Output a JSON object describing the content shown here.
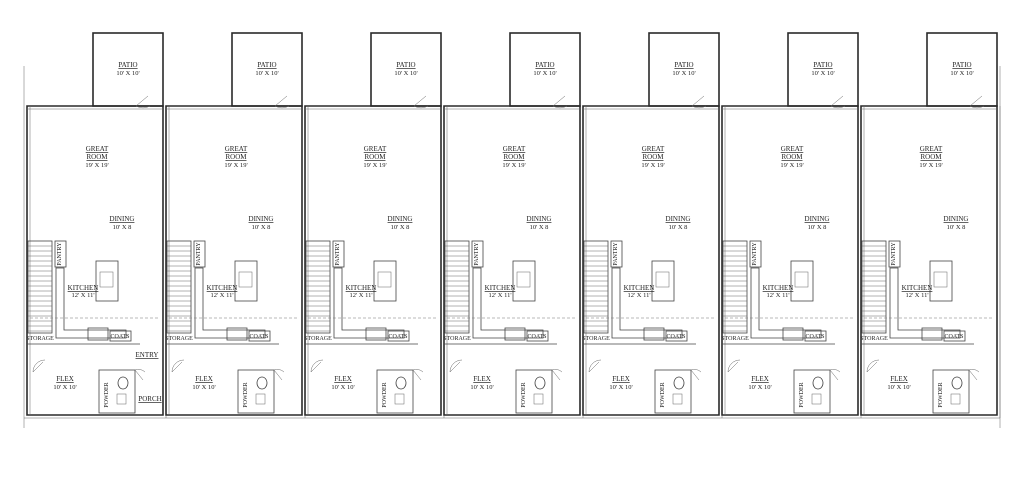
{
  "unit_count": 7,
  "rooms": {
    "patio": {
      "name": "PATIO",
      "size": "10' X 10'"
    },
    "great_room": {
      "name_line1": "GREAT",
      "name_line2": "ROOM",
      "size": "19' X 19'"
    },
    "dining": {
      "name": "DINING",
      "size": "10' X 8"
    },
    "kitchen": {
      "name": "KITCHEN",
      "size": "12' X 11'"
    },
    "pantry": {
      "name": "PANTRY"
    },
    "storage": {
      "name": "STORAGE"
    },
    "coats": {
      "name": "COATS"
    },
    "flex": {
      "name": "FLEX",
      "size": "10' X 10'"
    },
    "powder": {
      "name": "POWDER"
    }
  },
  "end_unit_labels": {
    "entry": "ENTRY",
    "porch": "PORCH"
  }
}
